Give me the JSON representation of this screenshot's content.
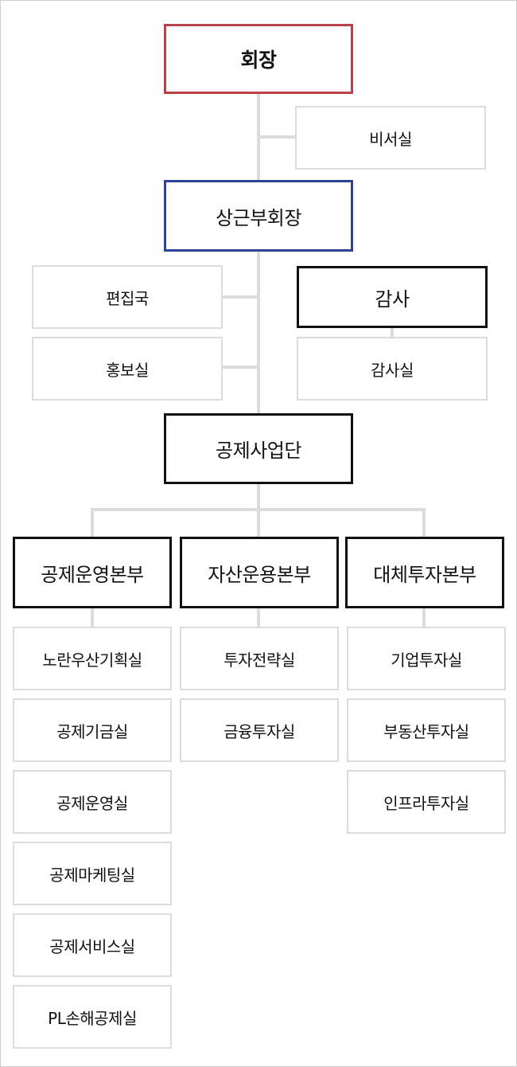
{
  "org_chart": {
    "chairman": "회장",
    "secretariat": "비서실",
    "vice_chairman": "상근부회장",
    "editorial": "편집국",
    "pr": "홍보실",
    "audit": "감사",
    "audit_office": "감사실",
    "mutual_aid_division": "공제사업단",
    "headquarters": [
      {
        "name": "공제운영본부",
        "offices": [
          "노란우산기획실",
          "공제기금실",
          "공제운영실",
          "공제마케팅실",
          "공제서비스실",
          "PL손해공제실"
        ]
      },
      {
        "name": "자산운용본부",
        "offices": [
          "투자전략실",
          "금융투자실"
        ]
      },
      {
        "name": "대체투자본부",
        "offices": [
          "기업투자실",
          "부동산투자실",
          "인프라투자실"
        ]
      }
    ]
  }
}
